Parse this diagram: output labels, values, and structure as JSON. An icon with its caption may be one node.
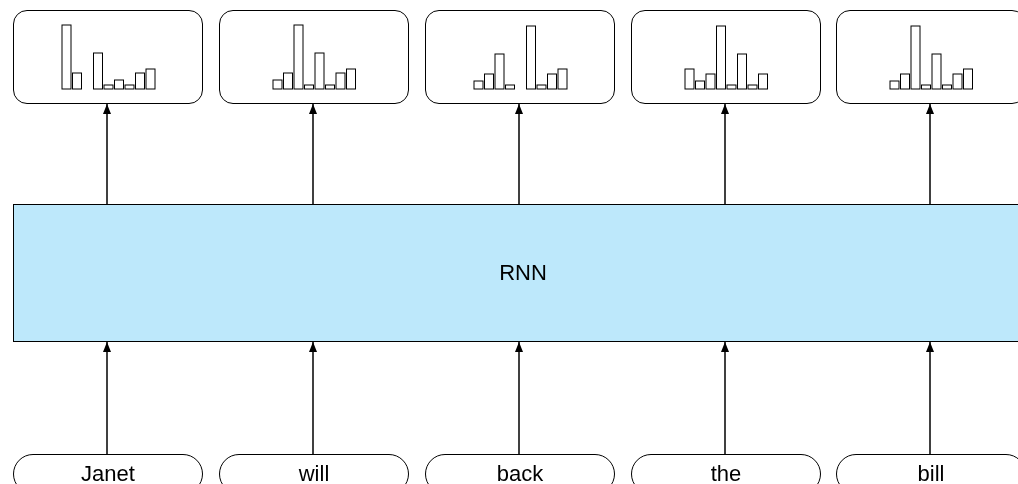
{
  "diagram": {
    "nodes": [
      {
        "text": [],
        "shape": "box"
      },
      {
        "text": [],
        "shape": "box"
      },
      {
        "text": [],
        "shape": "box"
      },
      {
        "text": [],
        "shape": "box"
      },
      {
        "text": [],
        "shape": "box"
      },
      {
        "text": [
          "RNN"
        ]
      },
      {
        "text": [
          "Janet"
        ]
      },
      {
        "text": [
          "will"
        ]
      },
      {
        "text": [
          "back"
        ]
      },
      {
        "text": [
          "the"
        ]
      },
      {
        "text": [
          "bill"
        ]
      }
    ],
    "edges": [
      {
        "from": 6,
        "to": 5,
        "arrow": "to"
      },
      {
        "from": 7,
        "to": 5,
        "arrow": "to"
      },
      {
        "from": 8,
        "to": 5,
        "arrow": "to"
      },
      {
        "from": 9,
        "to": 5,
        "arrow": "to"
      },
      {
        "from": 10,
        "to": 5,
        "arrow": "to"
      },
      {
        "from": 5,
        "to": 0,
        "arrow": "to"
      },
      {
        "from": 5,
        "to": 1,
        "arrow": "to"
      },
      {
        "from": 5,
        "to": 2,
        "arrow": "to"
      },
      {
        "from": 5,
        "to": 3,
        "arrow": "to"
      },
      {
        "from": 5,
        "to": 4,
        "arrow": "to"
      }
    ]
  }
}
